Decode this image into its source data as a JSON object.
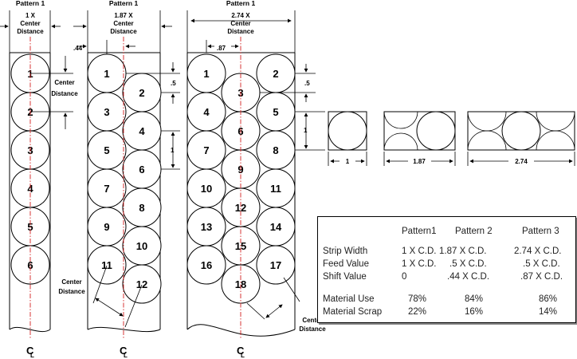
{
  "patterns": [
    {
      "header": "Pattern 1",
      "multiplier": "1 X",
      "center_label": "Center",
      "distance_label": "Distance"
    },
    {
      "header": "Pattern 1",
      "multiplier": "1.87 X",
      "center_label": "Center",
      "distance_label": "Distance"
    },
    {
      "header": "Pattern 1",
      "multiplier": "2.74 X",
      "center_label": "Center",
      "distance_label": "Distance"
    }
  ],
  "labels": {
    "center_distance_center": "Center",
    "center_distance_distance": "Distance",
    "dim_44": ".44",
    "dim_87": ".87",
    "dim_5": ".5",
    "dim_1": "1",
    "cl_c": "C",
    "cl_l": "L"
  },
  "strip1_numbers": [
    "1",
    "2",
    "3",
    "4",
    "5",
    "6"
  ],
  "strip2_numbers": [
    "1",
    "2",
    "3",
    "4",
    "5",
    "6",
    "7",
    "8",
    "9",
    "10",
    "11",
    "12"
  ],
  "strip3_numbers": [
    "1",
    "2",
    "3",
    "4",
    "5",
    "6",
    "7",
    "8",
    "9",
    "10",
    "11",
    "12",
    "13",
    "14",
    "15",
    "16",
    "17",
    "18"
  ],
  "widths": [
    "1",
    "1.87",
    "2.74"
  ],
  "table": {
    "columns": [
      "Pattern1",
      "Pattern 2",
      "Pattern 3"
    ],
    "rows": [
      {
        "label": "Strip Width",
        "values": [
          "1 X C.D.",
          "1.87 X C.D.",
          "2.74 X C.D."
        ]
      },
      {
        "label": "Feed Value",
        "values": [
          "1 X C.D.",
          ".5 X C.D.",
          ".5 X C.D."
        ]
      },
      {
        "label": "Shift Value",
        "values": [
          "0",
          ".44 X C.D.",
          ".87 X C.D."
        ]
      },
      {
        "label": "Material Use",
        "values": [
          "78%",
          "84%",
          "86%"
        ]
      },
      {
        "label": "Material Scrap",
        "values": [
          "22%",
          "16%",
          "14%"
        ]
      }
    ]
  }
}
